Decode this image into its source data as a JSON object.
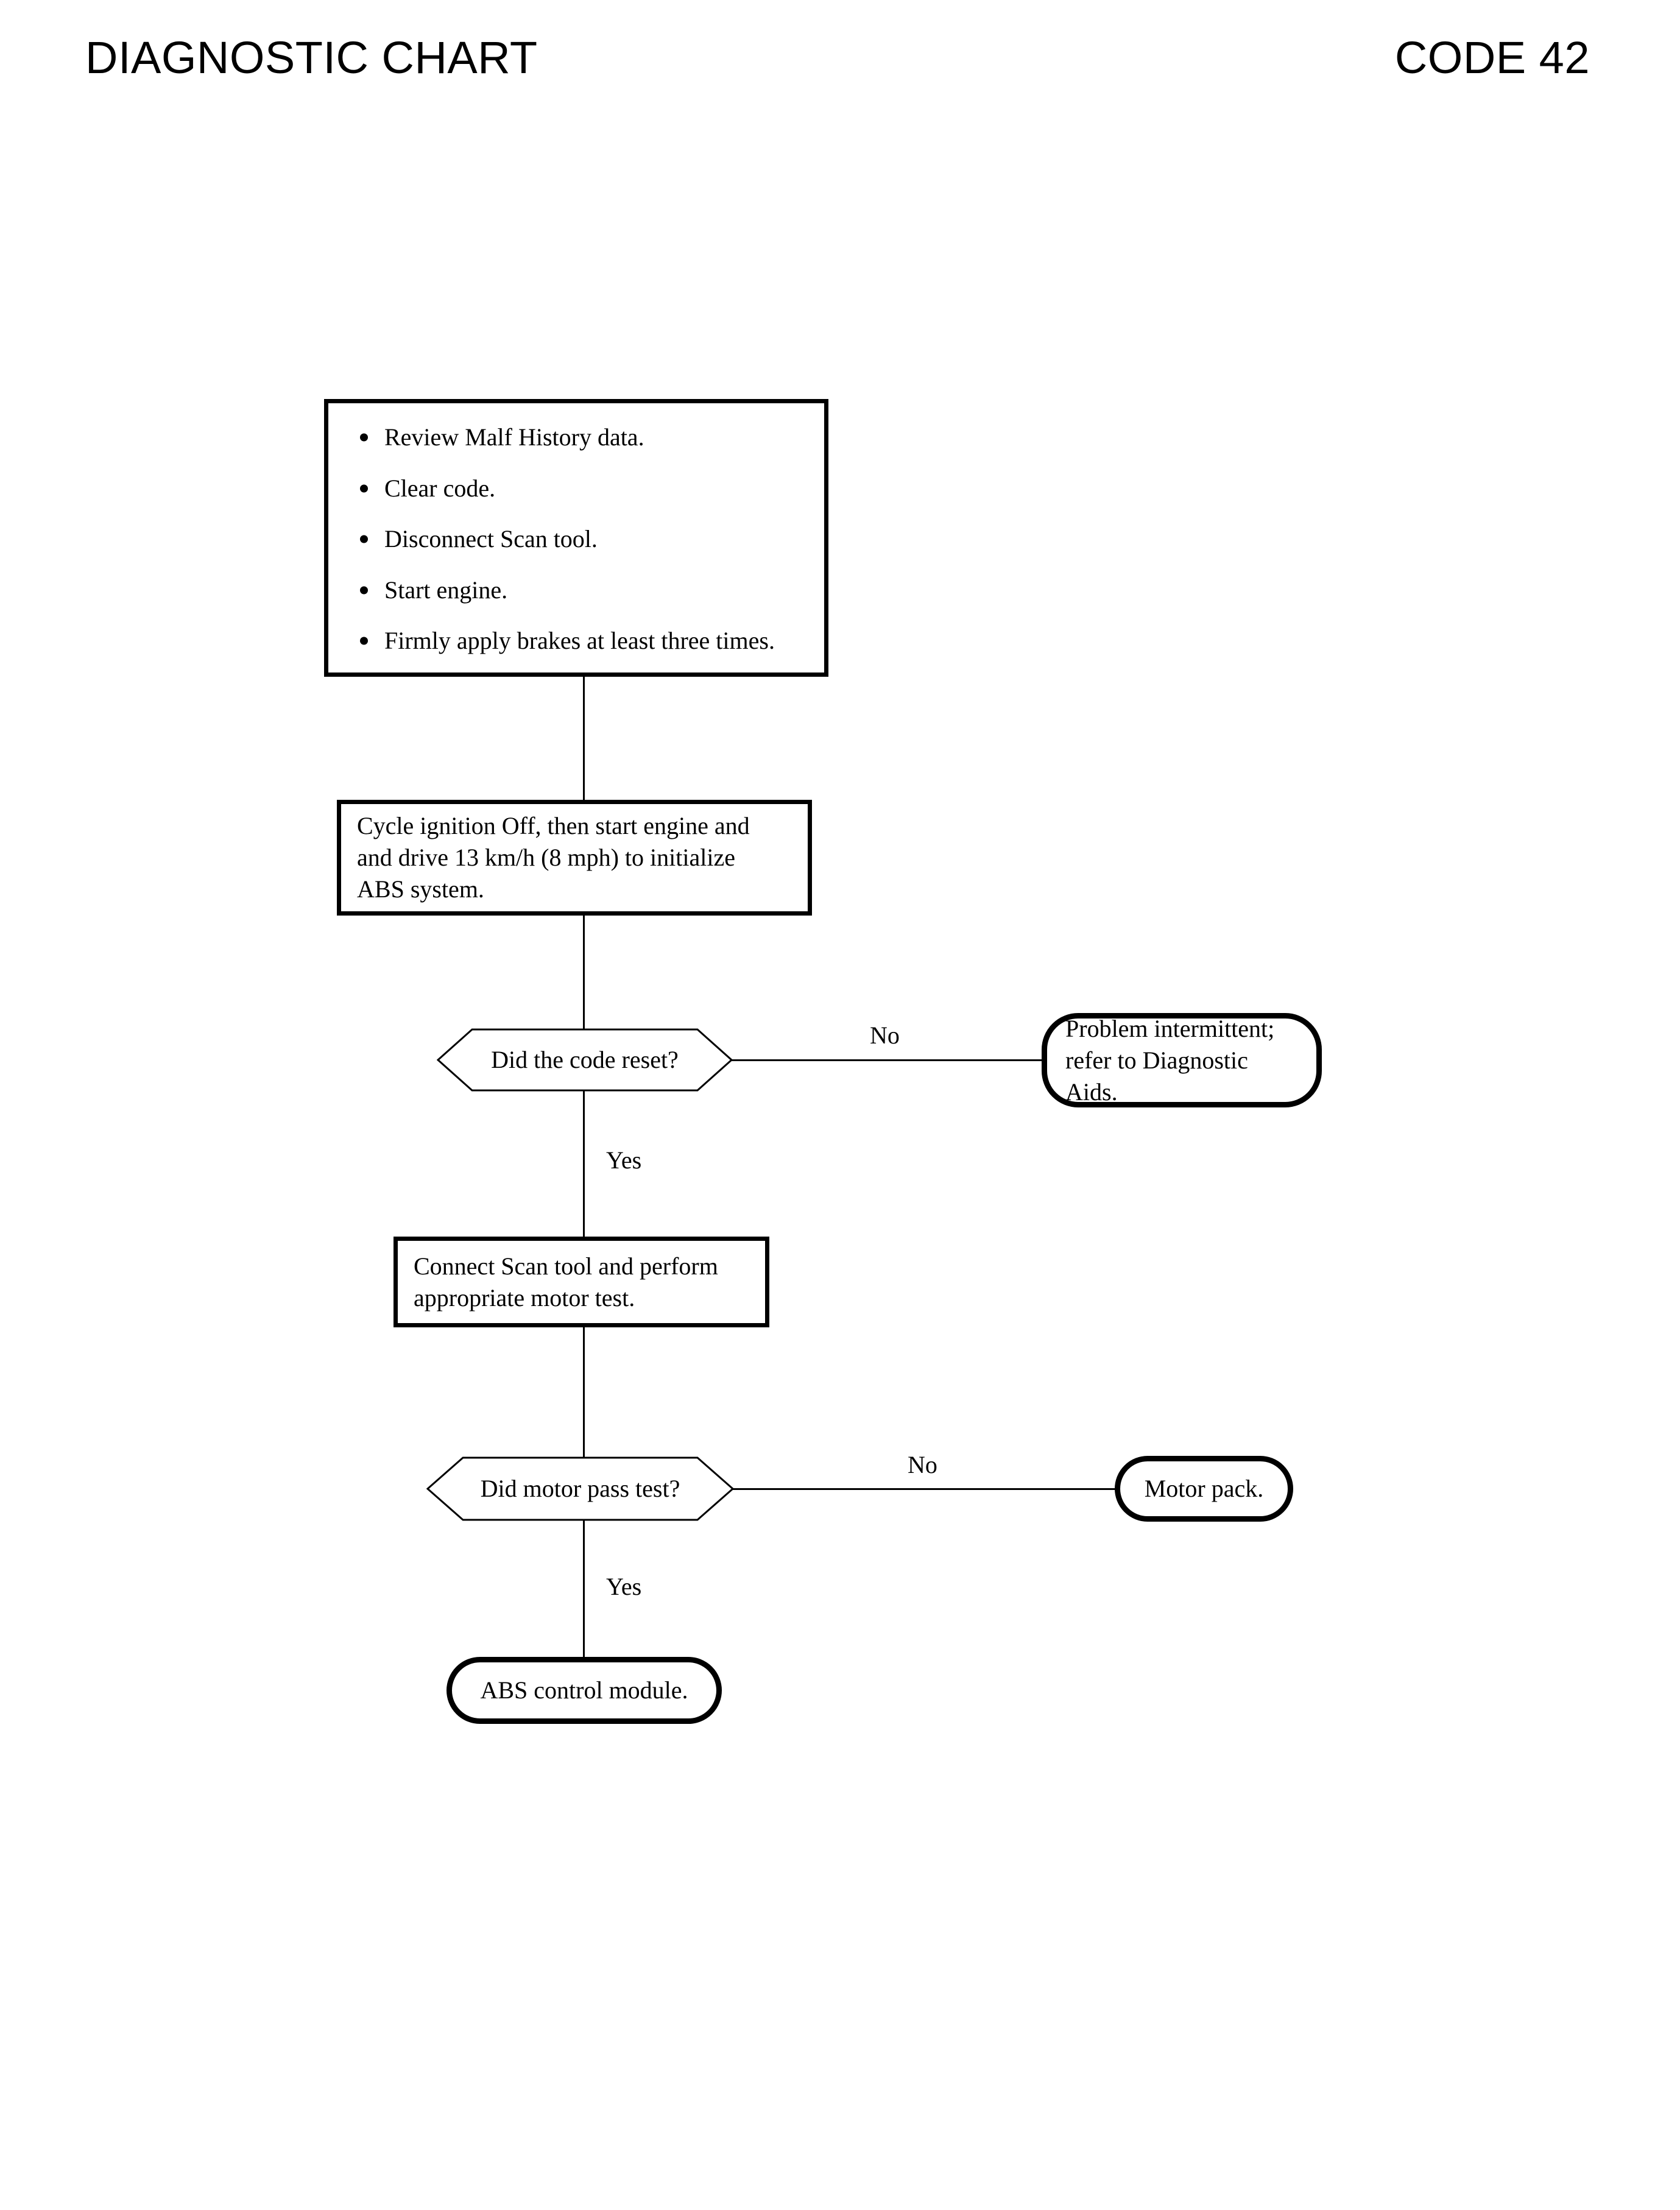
{
  "header": {
    "title": "DIAGNOSTIC CHART",
    "code": "CODE 42"
  },
  "flow": {
    "step1": {
      "type": "process-bullets",
      "bullets": [
        "Review Malf History data.",
        "Clear code.",
        "Disconnect Scan tool.",
        "Start engine.",
        "Firmly apply brakes at least three times."
      ]
    },
    "step2": {
      "type": "process",
      "line1": "Cycle ignition Off, then start engine and",
      "line2": "and drive 13 km/h (8 mph) to initialize",
      "line3": "ABS system."
    },
    "decision1": {
      "type": "decision",
      "text": "Did the code reset?",
      "no_label": "No",
      "yes_label": "Yes"
    },
    "terminal1": {
      "type": "terminator",
      "line1": "Problem intermittent;",
      "line2": "refer to Diagnostic Aids."
    },
    "step3": {
      "type": "process",
      "line1": "Connect Scan tool and perform",
      "line2": "appropriate motor test."
    },
    "decision2": {
      "type": "decision",
      "text": "Did motor pass test?",
      "no_label": "No",
      "yes_label": "Yes"
    },
    "terminal2": {
      "type": "terminator",
      "text": "Motor pack."
    },
    "terminal3": {
      "type": "terminator",
      "text": "ABS control module."
    }
  },
  "colors": {
    "ink": "#000000",
    "paper": "#ffffff"
  }
}
